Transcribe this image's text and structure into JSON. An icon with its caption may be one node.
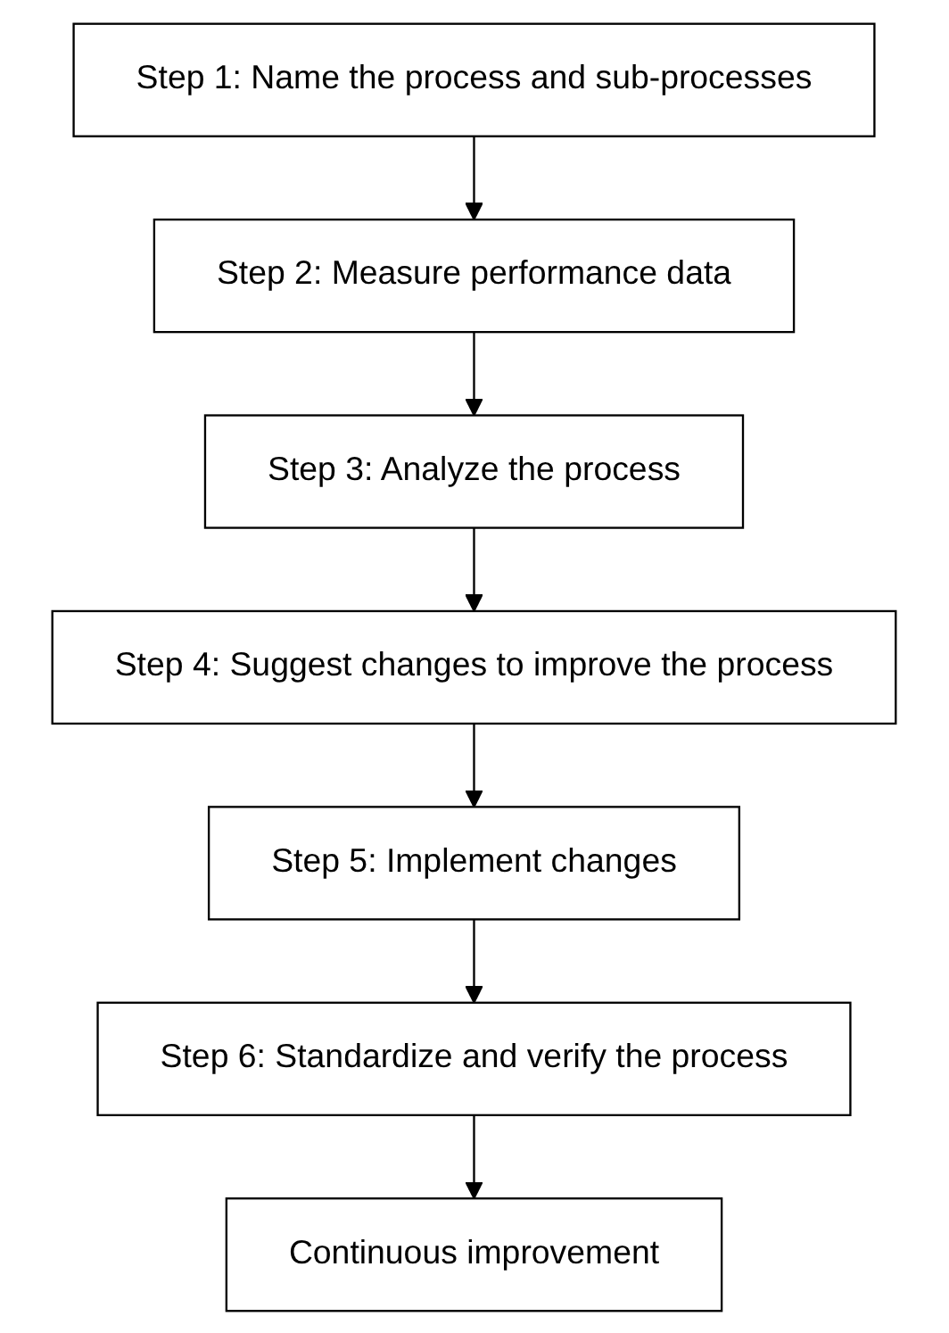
{
  "diagram": {
    "nodes": [
      {
        "text": [
          "Step 1: Name the process and sub-processes"
        ]
      },
      {
        "text": [
          "Step 2: Measure performance data"
        ]
      },
      {
        "text": [
          "Step 3: Analyze the process"
        ]
      },
      {
        "text": [
          "Step 4: Suggest changes to improve the process"
        ]
      },
      {
        "text": [
          "Step 5: Implement changes"
        ]
      },
      {
        "text": [
          "Step 6: Standardize and verify the process"
        ]
      },
      {
        "text": [
          "Continuous improvement"
        ]
      }
    ],
    "edges": [
      {
        "from": 0,
        "to": 1,
        "arrow": "to"
      },
      {
        "from": 1,
        "to": 2,
        "arrow": "to"
      },
      {
        "from": 2,
        "to": 3,
        "arrow": "to"
      },
      {
        "from": 3,
        "to": 4,
        "arrow": "to"
      },
      {
        "from": 4,
        "to": 5,
        "arrow": "to"
      },
      {
        "from": 5,
        "to": 6,
        "arrow": "to"
      }
    ]
  }
}
